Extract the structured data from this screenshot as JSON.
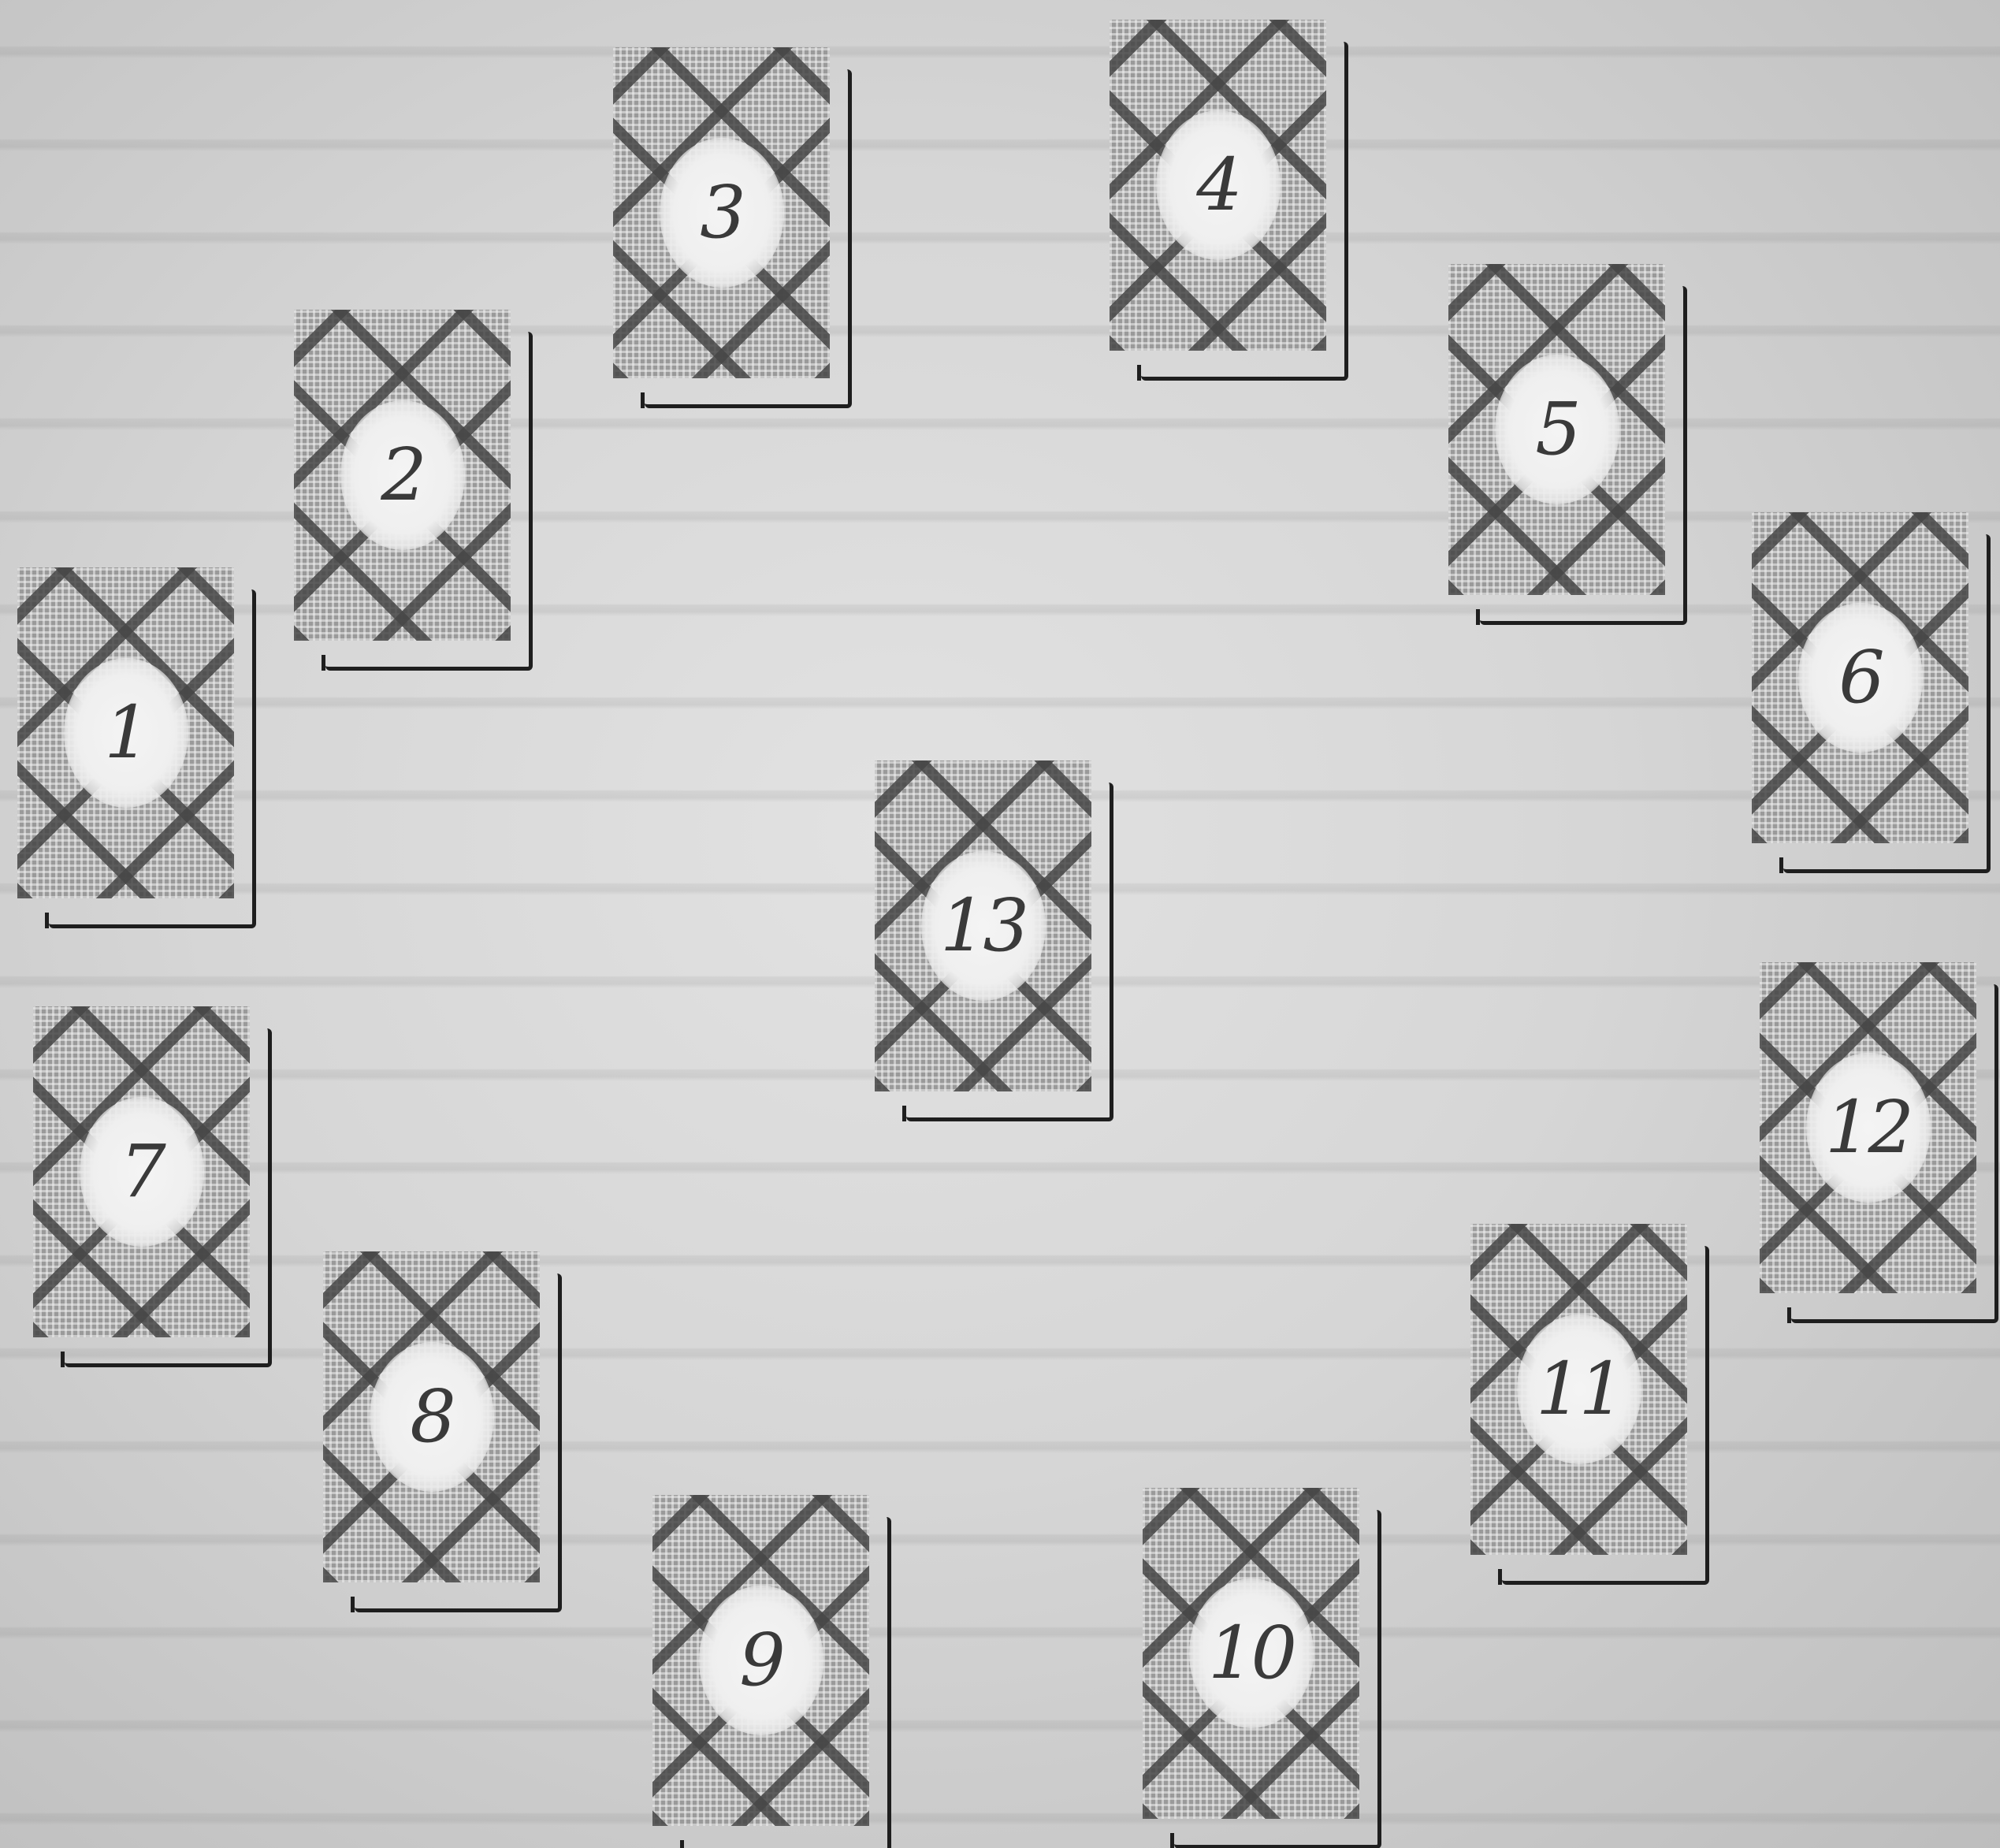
{
  "cards": [
    {
      "label": "1"
    },
    {
      "label": "2"
    },
    {
      "label": "3"
    },
    {
      "label": "4"
    },
    {
      "label": "5"
    },
    {
      "label": "6"
    },
    {
      "label": "7"
    },
    {
      "label": "8"
    },
    {
      "label": "9"
    },
    {
      "label": "10"
    },
    {
      "label": "11"
    },
    {
      "label": "12"
    },
    {
      "label": "13"
    }
  ],
  "colors": {
    "paper": "#d8d8d8",
    "card_pattern": "#9a9a9a",
    "outline": "#1e1e1e"
  }
}
